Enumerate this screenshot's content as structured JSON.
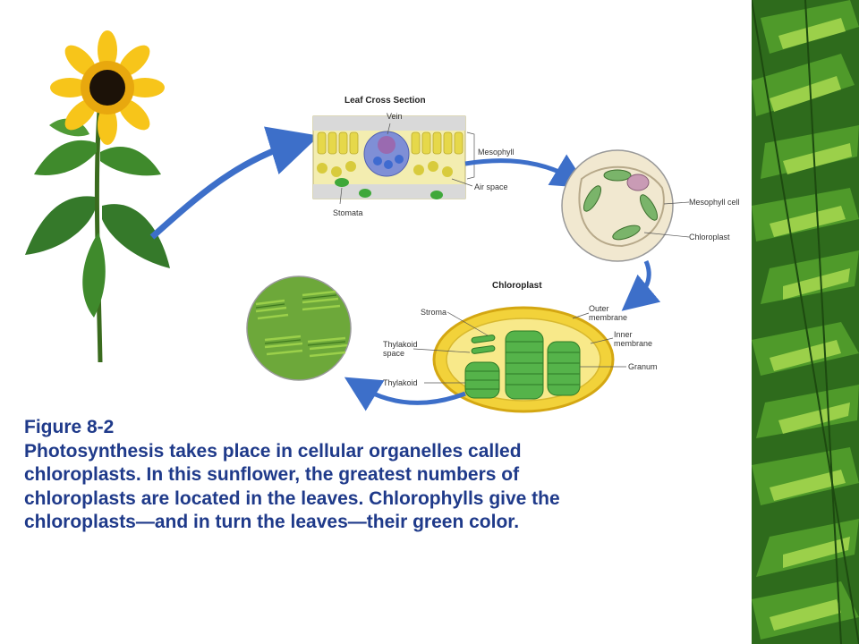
{
  "figure": {
    "title": "Figure 8-2",
    "caption_lines": [
      "Photosynthesis takes place in cellular organelles called",
      "chloroplasts. In this sunflower, the greatest numbers of",
      "chloroplasts are located in the leaves. Chlorophylls give the",
      "chloroplasts—and in turn the leaves—their green color."
    ]
  },
  "diagram": {
    "leaf_section": {
      "title": "Leaf Cross Section",
      "labels": {
        "vein": "Vein",
        "mesophyll": "Mesophyll",
        "air_space": "Air space",
        "stomata": "Stomata"
      }
    },
    "cell": {
      "labels": {
        "mesophyll_cell": "Mesophyll cell",
        "chloroplast": "Chloroplast"
      }
    },
    "chloroplast": {
      "title": "Chloroplast",
      "labels": {
        "stroma": "Stroma",
        "outer_membrane_1": "Outer",
        "outer_membrane_2": "membrane",
        "inner_membrane_1": "Inner",
        "inner_membrane_2": "membrane",
        "thylakoid_space_1": "Thylakoid",
        "thylakoid_space_2": "space",
        "thylakoid": "Thylakoid",
        "granum": "Granum"
      }
    }
  },
  "colors": {
    "caption_text": "#1f3a8a",
    "arrow_blue": "#3d6fc9",
    "leaf_green": "#3f8a2c",
    "chloroplast_yellow": "#f2d23a",
    "petal_yellow": "#f7c51a"
  }
}
